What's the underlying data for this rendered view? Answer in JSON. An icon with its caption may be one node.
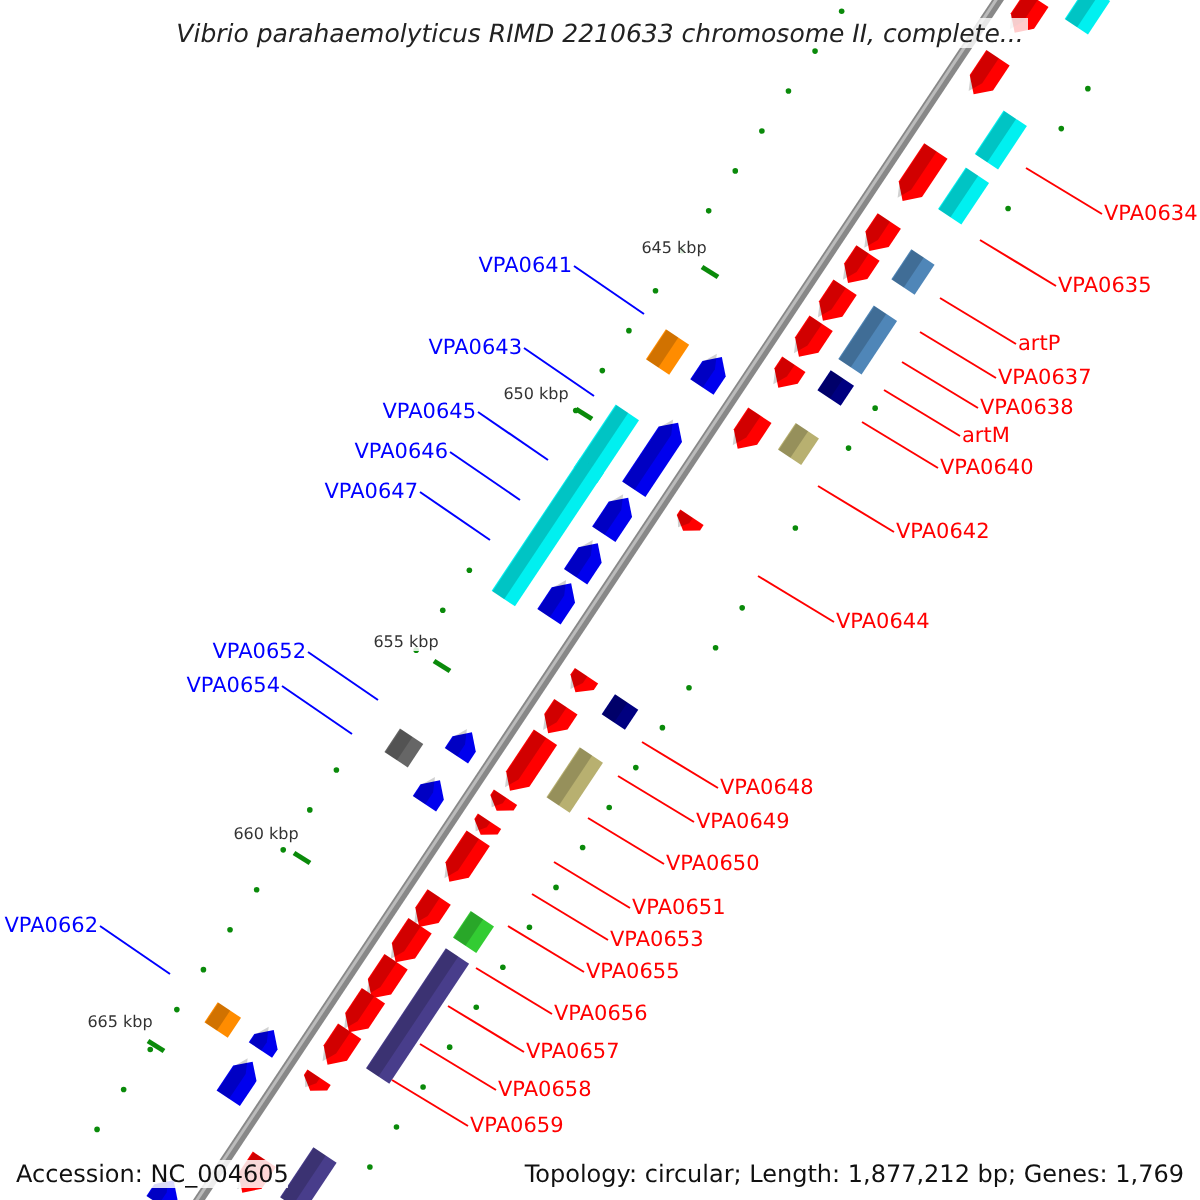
{
  "diagram": {
    "title": "Vibrio parahaemolyticus RIMD 2210633 chromosome II, complete...",
    "nodes": [
      {
        "text": [
          "VPA0634"
        ]
      },
      {
        "text": [
          "VPA0641"
        ]
      },
      {
        "text": [
          "VPA0635"
        ]
      },
      {
        "text": [
          "artP"
        ]
      },
      {
        "text": [
          "VPA0643"
        ]
      },
      {
        "text": [
          "VPA0637"
        ]
      },
      {
        "text": [
          "VPA0638"
        ]
      },
      {
        "text": [
          "VPA0645"
        ]
      },
      {
        "text": [
          "artM"
        ]
      },
      {
        "text": [
          "VPA0646"
        ]
      },
      {
        "text": [
          "VPA0640"
        ]
      },
      {
        "text": [
          "VPA0647"
        ]
      },
      {
        "text": [
          "VPA0642"
        ]
      },
      {
        "text": [
          "VPA0644"
        ]
      },
      {
        "text": [
          "VPA0652"
        ]
      },
      {
        "text": [
          "VPA0654"
        ]
      },
      {
        "text": [
          "VPA0648"
        ]
      },
      {
        "text": [
          "VPA0649"
        ]
      },
      {
        "text": [
          "VPA0650"
        ]
      },
      {
        "text": [
          "VPA0651"
        ]
      },
      {
        "text": [
          "VPA0662"
        ]
      },
      {
        "text": [
          "VPA0653"
        ]
      },
      {
        "text": [
          "VPA0655"
        ]
      },
      {
        "text": [
          "VPA0656"
        ]
      },
      {
        "text": [
          "VPA0657"
        ]
      },
      {
        "text": [
          "VPA0658"
        ]
      },
      {
        "text": [
          "VPA0659"
        ]
      }
    ],
    "edges": [
      {
        "from": 0,
        "to": null,
        "arrow": "none"
      },
      {
        "from": 1,
        "to": null,
        "arrow": "none",
        "color": "#0000ff"
      },
      {
        "from": 2,
        "to": null,
        "arrow": "none"
      },
      {
        "from": 3,
        "to": null,
        "arrow": "none"
      },
      {
        "from": 4,
        "to": null,
        "arrow": "none",
        "color": "#0000ff"
      },
      {
        "from": 5,
        "to": null,
        "arrow": "none"
      },
      {
        "from": 6,
        "to": null,
        "arrow": "none"
      },
      {
        "from": 7,
        "to": null,
        "arrow": "none",
        "color": "#0000ff"
      },
      {
        "from": 8,
        "to": null,
        "arrow": "none"
      },
      {
        "from": 9,
        "to": null,
        "arrow": "none",
        "color": "#0000ff"
      },
      {
        "from": 10,
        "to": null,
        "arrow": "none"
      },
      {
        "from": 11,
        "to": null,
        "arrow": "none",
        "color": "#0000ff"
      },
      {
        "from": 12,
        "to": null,
        "arrow": "none"
      },
      {
        "from": 13,
        "to": null,
        "arrow": "none"
      },
      {
        "from": 14,
        "to": null,
        "arrow": "none",
        "color": "#0000ff"
      },
      {
        "from": 15,
        "to": null,
        "arrow": "none",
        "color": "#0000ff"
      },
      {
        "from": 16,
        "to": null,
        "arrow": "none"
      },
      {
        "from": 17,
        "to": null,
        "arrow": "none"
      },
      {
        "from": 18,
        "to": null,
        "arrow": "none"
      },
      {
        "from": 19,
        "to": null,
        "arrow": "none"
      },
      {
        "from": 20,
        "to": null,
        "arrow": "none",
        "color": "#0000ff"
      },
      {
        "from": 21,
        "to": null,
        "arrow": "none"
      },
      {
        "from": 22,
        "to": null,
        "arrow": "none"
      },
      {
        "from": 23,
        "to": null,
        "arrow": "none"
      },
      {
        "from": 24,
        "to": null,
        "arrow": "none"
      },
      {
        "from": 25,
        "to": null,
        "arrow": "none"
      },
      {
        "from": 26,
        "to": null,
        "arrow": "none"
      }
    ],
    "labels": [
      "645 kbp",
      "650 kbp",
      "655 kbp",
      "660 kbp",
      "665 kbp",
      "Accession: NC_004605",
      "Topology: circular; Length: 1,877,212 bp; Genes: 1,769"
    ]
  }
}
